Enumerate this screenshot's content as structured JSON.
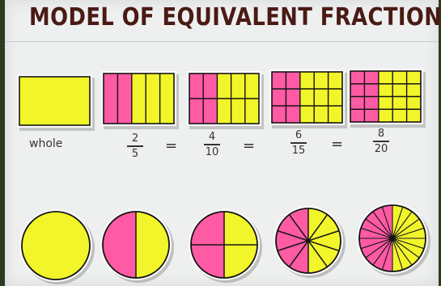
{
  "poster": {
    "title": "MODEL OF EQUIVALENT FRACTIONS",
    "whole_label": "whole",
    "equals_sign": "=",
    "fractions": [
      {
        "numerator": "2",
        "denominator": "5"
      },
      {
        "numerator": "4",
        "denominator": "10"
      },
      {
        "numerator": "6",
        "denominator": "15"
      },
      {
        "numerator": "8",
        "denominator": "20"
      }
    ]
  },
  "colors": {
    "yellow": "#f2f52a",
    "pink": "#ff5aa4",
    "outline": "#141414",
    "title": "#4a1a14"
  },
  "models": {
    "rectangles": [
      {
        "cols": 1,
        "rows": 1,
        "shaded_cols": 0
      },
      {
        "cols": 5,
        "rows": 1,
        "shaded_cols": 2
      },
      {
        "cols": 5,
        "rows": 2,
        "shaded_cols": 2
      },
      {
        "cols": 5,
        "rows": 3,
        "shaded_cols": 2
      },
      {
        "cols": 5,
        "rows": 4,
        "shaded_cols": 2
      }
    ],
    "circles": [
      {
        "sectors": 1,
        "shaded": 0
      },
      {
        "sectors": 2,
        "shaded": 1
      },
      {
        "sectors": 4,
        "shaded": 2
      },
      {
        "sectors": 10,
        "shaded": 5
      },
      {
        "sectors": 20,
        "shaded": 10
      }
    ]
  }
}
